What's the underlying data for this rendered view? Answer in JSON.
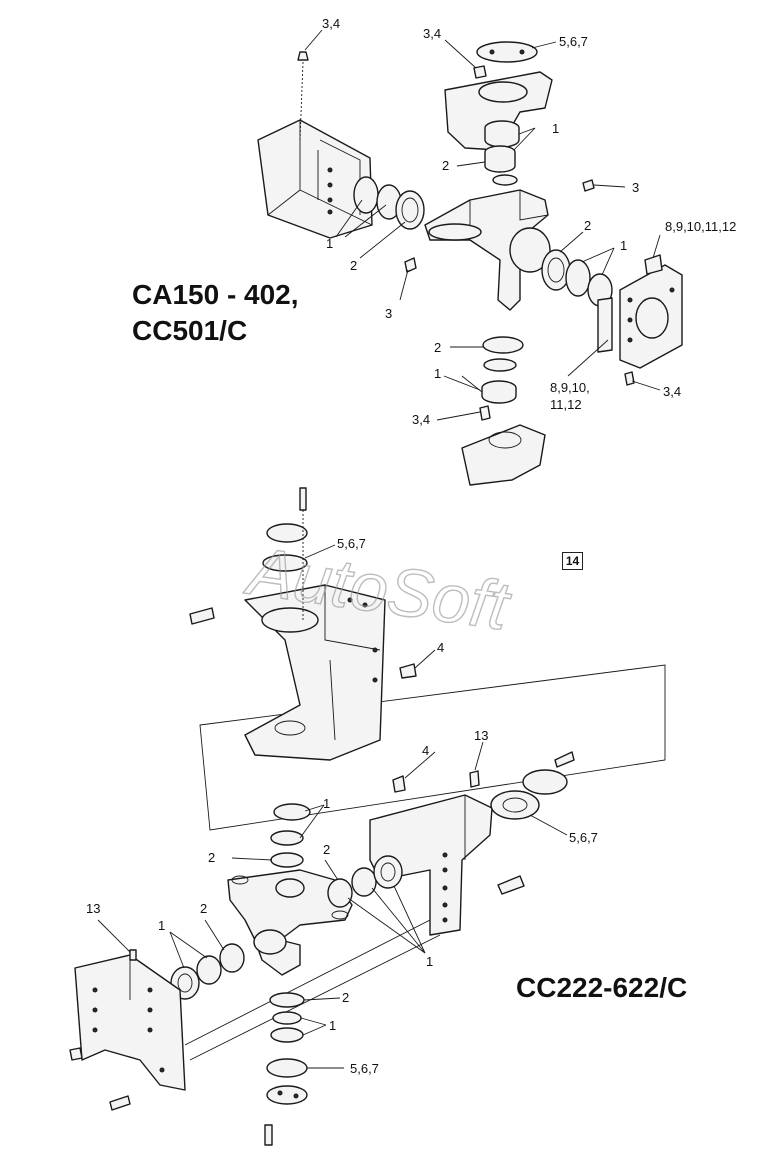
{
  "models": {
    "top": "CA150 - 402,\nCC501/C",
    "top_line1": "CA150 - 402,",
    "top_line2": "CC501/C",
    "bottom": "CC222-622/C"
  },
  "watermark": "AutoSoft",
  "page_number": "14",
  "callouts": {
    "c34": "3,4",
    "c567": "5,6,7",
    "c1": "1",
    "c2": "2",
    "c3": "3",
    "c4": "4",
    "c13": "13",
    "c8_12": "8,9,10,11,12",
    "c8_10": "8,9,10,",
    "c11_12": "11,12"
  }
}
